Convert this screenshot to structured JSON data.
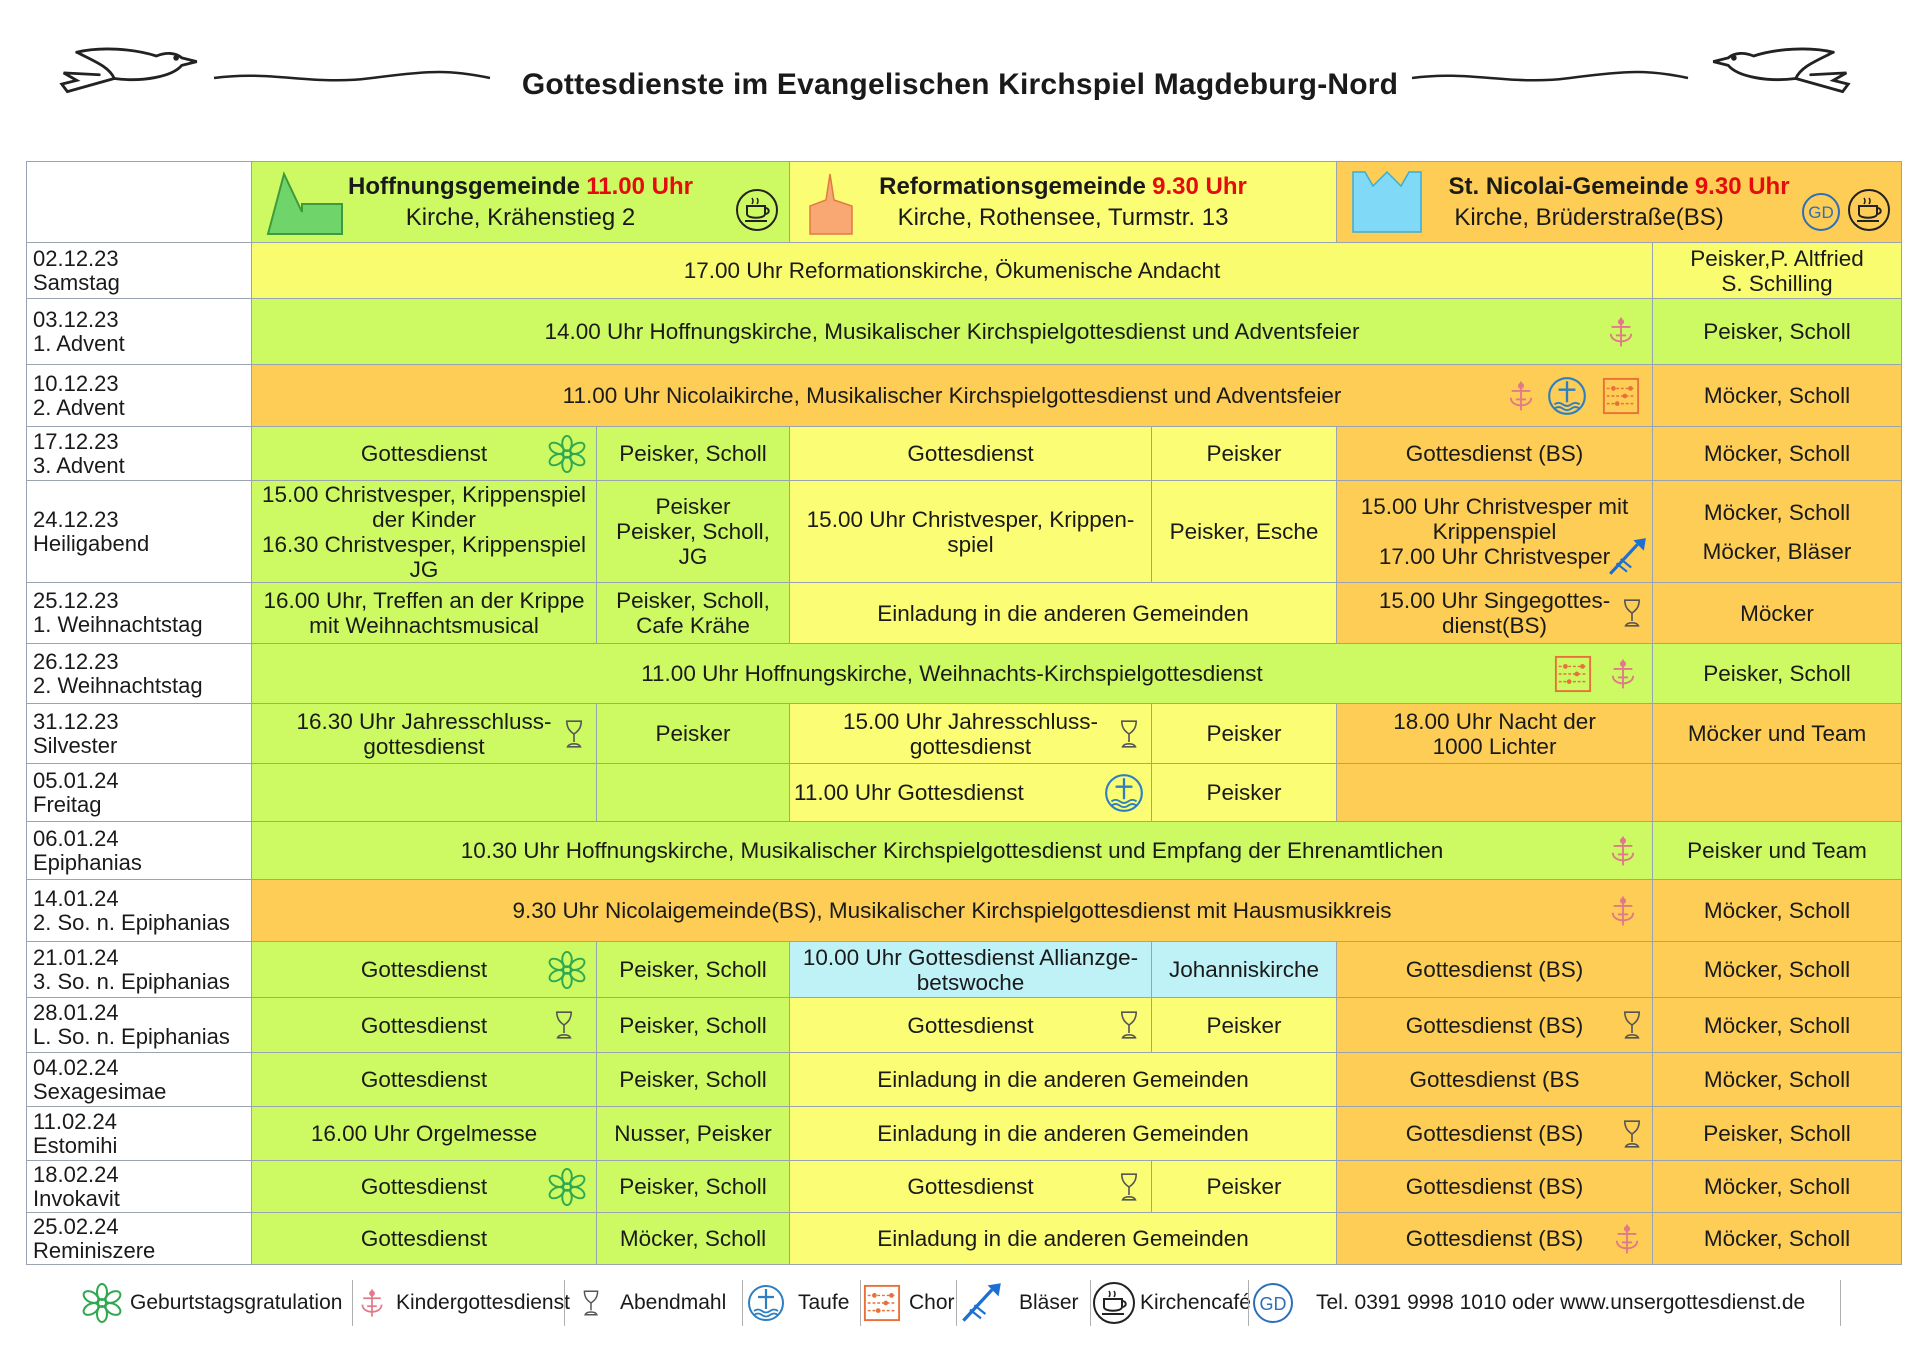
{
  "title": "Gottesdienste im Evangelischen Kirchspiel Magdeburg-Nord",
  "congregations": [
    {
      "name": "Hoffnungsgemeinde",
      "time": "11.00 Uhr",
      "address": "Kirche, Krähenstieg 2",
      "color": "#cdfa62"
    },
    {
      "name": "Reformationsgemeinde",
      "time": "9.30 Uhr",
      "address": "Kirche, Rothensee, Turmstr. 13",
      "color": "#fbfd74"
    },
    {
      "name": "St. Nicolai-Gemeinde",
      "time": "9.30 Uhr",
      "address": "Kirche, Brüderstraße(BS)",
      "color": "#fdcd55"
    }
  ],
  "gd_label": "GD",
  "rows": [
    {
      "date": "02.12.23",
      "day": "Samstag",
      "combined": "17.00 Uhr Reformationskirche, Ökumenische Andacht",
      "preacher": "Peisker,P. Altfried",
      "preacher2": "S. Schilling"
    },
    {
      "date": "03.12.23",
      "day": "1. Advent",
      "combined": "14.00 Uhr Hoffnungskirche, Musikalischer Kirchspielgottesdienst und Adventsfeier",
      "preacher": "Peisker, Scholl"
    },
    {
      "date": "10.12.23",
      "day": "2. Advent",
      "combined": "11.00 Uhr Nicolaikirche, Musikalischer Kirchspielgottesdienst und Adventsfeier",
      "preacher": "Möcker, Scholl"
    },
    {
      "date": "17.12.23",
      "day": "3. Advent",
      "h": "Gottesdienst",
      "hp": "Peisker, Scholl",
      "r": "Gottesdienst",
      "rp": "Peisker",
      "n": "Gottesdienst (BS)",
      "np": "Möcker, Scholl"
    },
    {
      "date": "24.12.23",
      "day": "Heiligabend",
      "h1": "15.00 Christvesper, Krippenspiel",
      "h2": "der Kinder",
      "h3": "16.30  Christvesper, Krippenspiel",
      "h4": "JG",
      "hp1": "Peisker",
      "hp2": "Peisker, Scholl,",
      "hp3": "JG",
      "r1": "15.00 Uhr Christvesper, Krippen-",
      "r2": "spiel",
      "rp": "Peisker, Esche",
      "n1": "15.00 Uhr Christvesper mit",
      "n2": "Krippenspiel",
      "n3": "17.00 Uhr Christvesper",
      "np1": "Möcker, Scholl",
      "np2": "Möcker, Bläser"
    },
    {
      "date": "25.12.23",
      "day": "1. Weihnachtstag",
      "h1": "16.00 Uhr, Treffen an der Krippe",
      "h2": "mit Weihnachtsmusical",
      "hp1": "Peisker, Scholl,",
      "hp2": "Cafe Krähe",
      "r": "Einladung in die anderen Gemeinden",
      "n1": "15.00 Uhr Singegottes-",
      "n2": "dienst(BS)",
      "np": "Möcker"
    },
    {
      "date": "26.12.23",
      "day": "2. Weihnachtstag",
      "combined": "11.00 Uhr Hoffnungskirche, Weihnachts-Kirchspielgottesdienst",
      "preacher": "Peisker, Scholl"
    },
    {
      "date": "31.12.23",
      "day": "Silvester",
      "h1": "16.30 Uhr Jahresschluss-",
      "h2": "gottesdienst",
      "hp": "Peisker",
      "r1": "15.00 Uhr Jahresschluss-",
      "r2": "gottesdienst",
      "rp": "Peisker",
      "n1": "18.00 Uhr Nacht der",
      "n2": "1000 Lichter",
      "np": "Möcker und Team"
    },
    {
      "date": "05.01.24",
      "day": "Freitag",
      "r": "11.00 Uhr Gottesdienst",
      "rp": "Peisker"
    },
    {
      "date": "06.01.24",
      "day": "Epiphanias",
      "combined": "10.30 Uhr Hoffnungskirche, Musikalischer Kirchspielgottesdienst und Empfang der Ehrenamtlichen",
      "preacher": "Peisker und Team"
    },
    {
      "date": "14.01.24",
      "day": "2. So. n. Epiphanias",
      "combined": "9.30 Uhr Nicolaigemeinde(BS), Musikalischer Kirchspielgottesdienst mit Hausmusikkreis",
      "preacher": "Möcker, Scholl"
    },
    {
      "date": "21.01.24",
      "day": "3. So. n. Epiphanias",
      "h": "Gottesdienst",
      "hp": "Peisker, Scholl",
      "r1": "10.00 Uhr Gottesdienst Allianzge-",
      "r2": "betswoche",
      "rp": "Johanniskirche",
      "n": "Gottesdienst (BS)",
      "np": "Möcker, Scholl"
    },
    {
      "date": "28.01.24",
      "day": "L. So. n. Epiphanias",
      "h": "Gottesdienst",
      "hp": "Peisker, Scholl",
      "r": "Gottesdienst",
      "rp": "Peisker",
      "n": "Gottesdienst (BS)",
      "np": "Möcker, Scholl"
    },
    {
      "date": "04.02.24",
      "day": "Sexagesimae",
      "h": "Gottesdienst",
      "hp": "Peisker, Scholl",
      "r": "Einladung in die anderen Gemeinden",
      "n": "Gottesdienst (BS",
      "np": "Möcker,  Scholl"
    },
    {
      "date": "11.02.24",
      "day": "Estomihi",
      "h": "16.00 Uhr Orgelmesse",
      "hp": "Nusser, Peisker",
      "r": "Einladung in die anderen Gemeinden",
      "n": "Gottesdienst (BS)",
      "np": "Peisker, Scholl"
    },
    {
      "date": "18.02.24",
      "day": "Invokavit",
      "h": "Gottesdienst",
      "hp": "Peisker, Scholl",
      "r": "Gottesdienst",
      "rp": "Peisker",
      "n": "Gottesdienst (BS)",
      "np": "Möcker, Scholl"
    },
    {
      "date": "25.02.24",
      "day": "Reminiszere",
      "h": "Gottesdienst",
      "hp": "Möcker, Scholl",
      "r": "Einladung in die anderen Gemeinden",
      "n": "Gottesdienst (BS)",
      "np": "Möcker, Scholl"
    }
  ],
  "legend": {
    "birthday": "Geburtstagsgratulation",
    "kids": "Kindergottesdienst",
    "communion": "Abendmahl",
    "baptism": "Taufe",
    "choir": "Chor",
    "brass": "Bläser",
    "cafe": "Kirchencafé",
    "gd": "GD",
    "contact": "Tel. 0391 9998 1010 oder  www.unsergottesdienst.de"
  },
  "icons": [
    "flower-icon",
    "kids-cross-icon",
    "chalice-icon",
    "baptism-icon",
    "choir-icon",
    "trumpet-icon",
    "coffee-cup-icon",
    "gd-badge-icon",
    "dove-icon",
    "church-icon"
  ]
}
